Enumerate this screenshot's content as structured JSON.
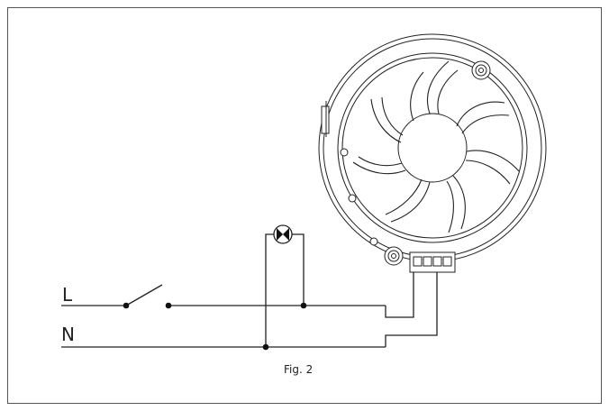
{
  "diagram": {
    "line_label_live": "L",
    "line_label_neutral": "N",
    "caption": "Fig. 2"
  },
  "colors": {
    "line": "#222222",
    "frame": "#555555",
    "background": "#ffffff"
  }
}
